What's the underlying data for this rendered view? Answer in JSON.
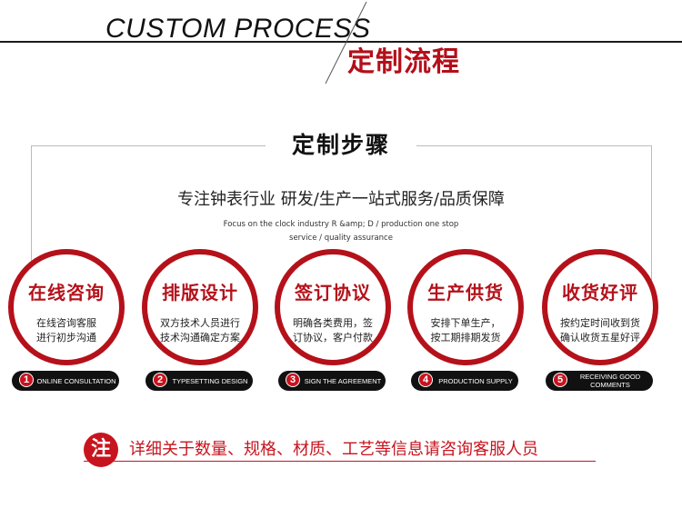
{
  "header": {
    "title_en": "CUSTOM PROCESS",
    "title_cn": "定制流程"
  },
  "section": {
    "title": "定制步骤",
    "tagline_cn": "专注钟表行业 研发/生产一站式服务/品质保障",
    "tagline_en_line1": "Focus on the clock industry R &amp; D / production one stop",
    "tagline_en_line2": "service / quality assurance"
  },
  "steps": [
    {
      "number": "1",
      "title": "在线咨询",
      "desc_line1": "在线咨询客服",
      "desc_line2": "进行初步沟通",
      "label_en": "ONLINE CONSULTATION"
    },
    {
      "number": "2",
      "title": "排版设计",
      "desc_line1": "双方技术人员进行",
      "desc_line2": "技术沟通确定方案",
      "label_en": "TYPESETTING DESIGN"
    },
    {
      "number": "3",
      "title": "签订协议",
      "desc_line1": "明确各类费用，签",
      "desc_line2": "订协议，客户付款",
      "label_en": "SIGN THE AGREEMENT"
    },
    {
      "number": "4",
      "title": "生产供货",
      "desc_line1": "安排下单生产，",
      "desc_line2": "按工期排期发货",
      "label_en": "PRODUCTION  SUPPLY"
    },
    {
      "number": "5",
      "title": "收货好评",
      "desc_line1": "按约定时间收到货",
      "desc_line2": "确认收货五星好评",
      "label_en": "RECEIVING GOOD COMMENTS"
    }
  ],
  "note": {
    "badge": "注",
    "text": "详细关于数量、规格、材质、工艺等信息请咨询客服人员"
  },
  "colors": {
    "accent_red": "#b5111a",
    "pill_black": "#111111",
    "frame_gray": "#bcbcbc"
  }
}
